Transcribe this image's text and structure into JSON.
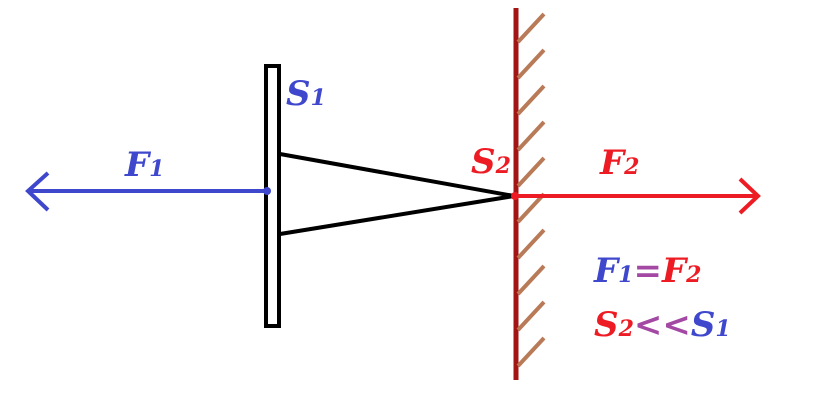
{
  "colors": {
    "blue": "#3F48CC",
    "red": "#ED1C24",
    "purple": "#A349A4",
    "wall": "#A31515",
    "hatch": "#B97A57",
    "black": "#000000"
  },
  "labels": {
    "s1": {
      "main": "S",
      "sub": "1"
    },
    "f1": {
      "main": "F",
      "sub": "1"
    },
    "s2": {
      "main": "S",
      "sub": "2"
    },
    "f2": {
      "main": "F",
      "sub": "2"
    },
    "eq_left": {
      "main": "F",
      "sub": "1"
    },
    "eq_op": "=",
    "eq_right": {
      "main": "F",
      "sub": "2"
    },
    "ineq_left": {
      "main": "S",
      "sub": "2"
    },
    "ineq_op": "<<",
    "ineq_right": {
      "main": "S",
      "sub": "1"
    }
  }
}
